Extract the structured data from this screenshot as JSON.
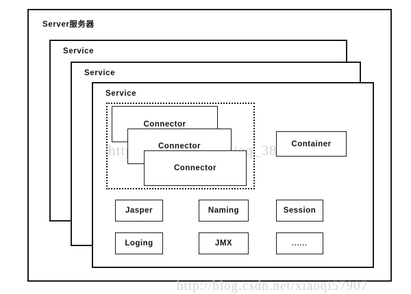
{
  "diagram": {
    "title": "Server服务器",
    "outer_box_label": "Server服务器",
    "service_layers": [
      {
        "label": "Service"
      },
      {
        "label": "Service"
      },
      {
        "label": "Service"
      }
    ],
    "connector_group": {
      "border_style": "dotted",
      "connectors": [
        {
          "label": "Connector"
        },
        {
          "label": "Connector"
        },
        {
          "label": "Connector"
        }
      ]
    },
    "container_box": {
      "label": "Container"
    },
    "component_boxes": [
      {
        "label": "Jasper"
      },
      {
        "label": "Naming"
      },
      {
        "label": "Session"
      },
      {
        "label": "Loging"
      },
      {
        "label": "JMX"
      },
      {
        "label": "......"
      }
    ],
    "watermarks": [
      {
        "text": "http://blog.csdn.net/qq_38245537"
      },
      {
        "text": "http://blog.csdn.net/xiaoqi57907"
      }
    ],
    "colors": {
      "background": "#ffffff",
      "stroke": "#1a1a1a",
      "text": "#111111",
      "watermark": "#d2d2d2"
    }
  }
}
